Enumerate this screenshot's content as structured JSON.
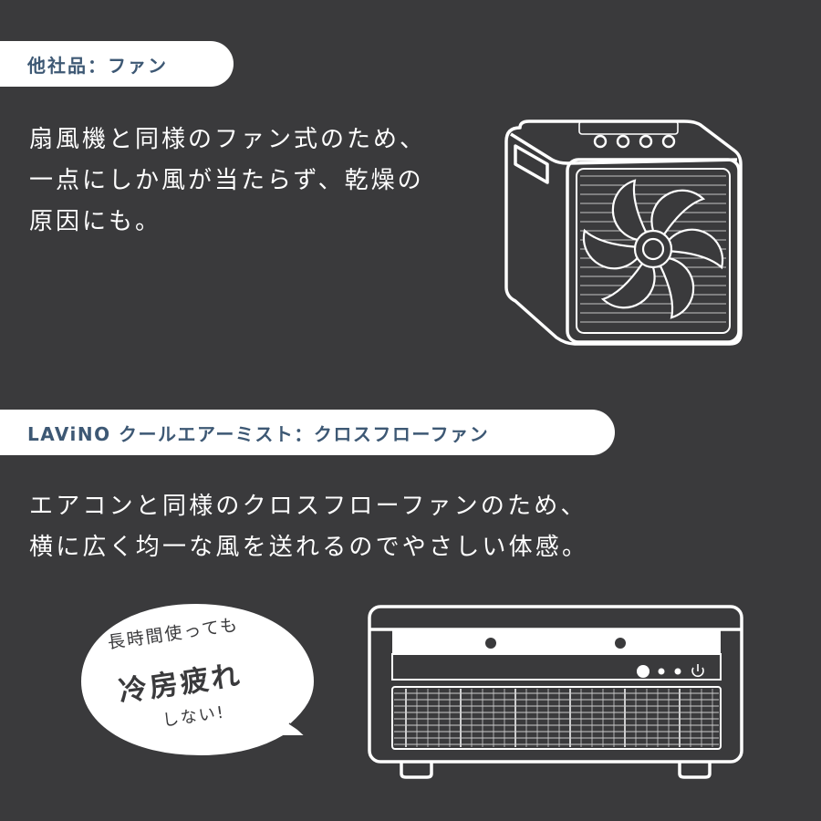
{
  "section1": {
    "label": "他社品：ファン",
    "lines": [
      "扇風機と同様のファン式のため、",
      "一点にしか風が当たらず、乾燥の",
      "原因にも。"
    ]
  },
  "section2": {
    "label": "LAViNO クールエアーミスト：クロスフローファン",
    "lines": [
      "エアコンと同様のクロスフローファンのため、",
      "横に広く均一な風を送れるのでやさしい体感。"
    ]
  },
  "bubble": {
    "line1": "長時間使っても",
    "line2": "冷房疲れ",
    "line3": "しない!"
  },
  "colors": {
    "background": "#3a3a3c",
    "pill_text": "#3d5874",
    "foreground": "#ffffff"
  },
  "icons": [
    "fan-cooler-illustration",
    "cross-flow-fan-device-illustration",
    "speech-bubble"
  ]
}
